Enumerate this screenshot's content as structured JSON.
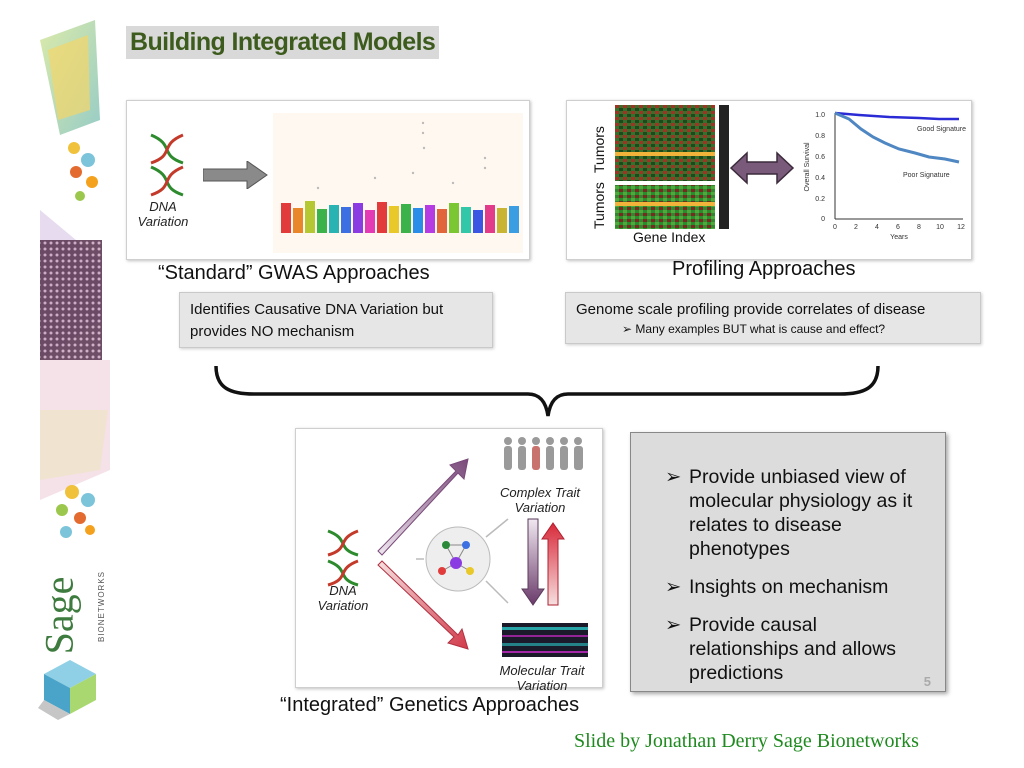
{
  "title": "Building Integrated Models",
  "gwas": {
    "dna_label_1": "DNA",
    "dna_label_2": "Variation",
    "caption": "“Standard” GWAS Approaches",
    "box_line_1": "Identifies Causative DNA Variation but",
    "box_line_2": "provides NO mechanism"
  },
  "profiling": {
    "heatmap_axis_top": "Tumors",
    "heatmap_axis_bottom": "Tumors",
    "heatmap_xlabel": "Gene Index",
    "caption": "Profiling Approaches",
    "box_line_1": "Genome scale profiling provide correlates of disease",
    "box_line_2": "Many examples BUT what is cause and effect?"
  },
  "survival": {
    "ylabel": "Overall Survival",
    "xlabel": "Years",
    "good_label": "Good Signature",
    "poor_label": "Poor Signature",
    "y_ticks": [
      "1.0",
      "0.8",
      "0.6",
      "0.4",
      "0.2",
      "0"
    ],
    "x_ticks": [
      "0",
      "2",
      "4",
      "6",
      "8",
      "10",
      "12"
    ]
  },
  "integrated": {
    "dna_label_1": "DNA",
    "dna_label_2": "Variation",
    "complex_1": "Complex Trait",
    "complex_2": "Variation",
    "molecular_1": "Molecular Trait",
    "molecular_2": "Variation",
    "caption": "“Integrated” Genetics Approaches"
  },
  "bullets": {
    "marker": "➢",
    "items": [
      [
        "Provide unbiased view of",
        "molecular physiology  as it",
        "relates to disease",
        "phenotypes"
      ],
      [
        "Insights on mechanism"
      ],
      [
        "Provide causal",
        "relationships and allows",
        "predictions"
      ]
    ],
    "page_number": "5"
  },
  "sidebar": {
    "brand": "Sage",
    "brand_sub": "BIONETWORKS"
  },
  "credit": "Slide by Jonathan Derry Sage Bionetworks",
  "colors": {
    "title_green": "#3e5b1e",
    "credit_green": "#1f8a1f",
    "good_signature": "#2b2bd6",
    "poor_signature": "#4f87c2"
  }
}
